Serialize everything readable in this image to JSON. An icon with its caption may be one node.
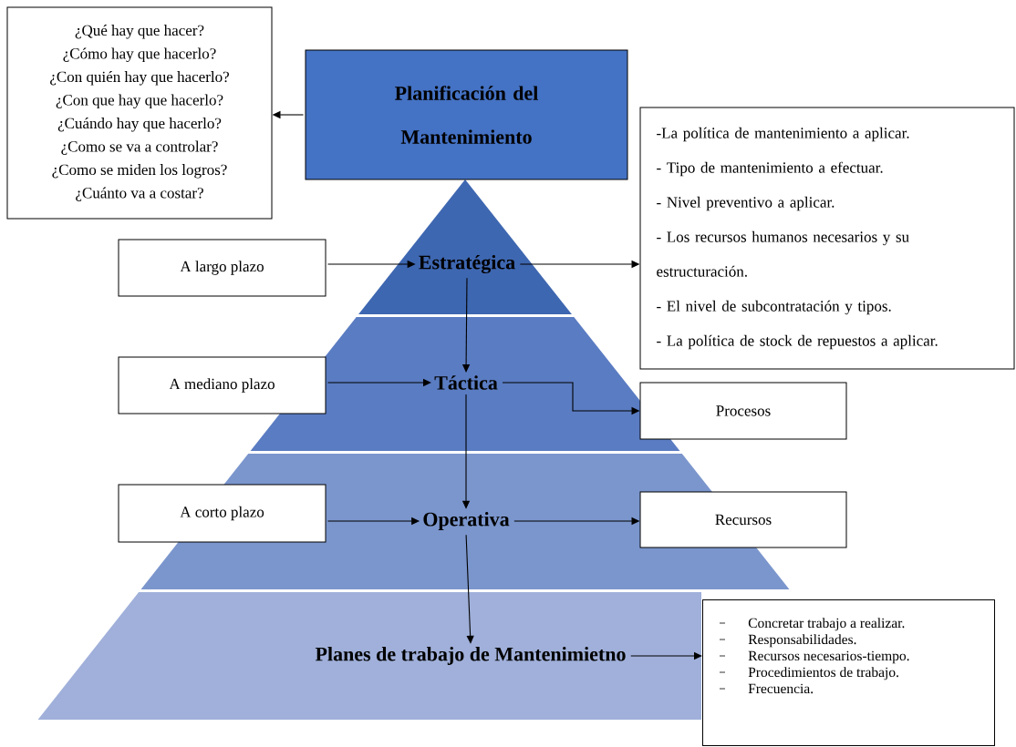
{
  "diagram": {
    "nodes": [
      {
        "text": [
          "¿Qué hay que hacer?",
          "¿Cómo hay que hacerlo?",
          "¿Con quién hay que hacerlo?",
          "¿Con que hay que hacerlo?",
          "¿Cuándo hay que hacerlo?",
          "¿Como se va a controlar?",
          "¿Como se miden los logros?",
          "¿Cuánto va a costar?"
        ]
      },
      {
        "text": [
          "Planificación del Mantenimiento"
        ]
      },
      {
        "text": [
          "Estratégica"
        ]
      },
      {
        "text": [
          "Táctica"
        ]
      },
      {
        "text": [
          "Operativa"
        ]
      },
      {
        "text": [
          "Planes de trabajo de Mantenimietno"
        ]
      },
      {
        "text": [
          "A largo plazo"
        ]
      },
      {
        "text": [
          "A mediano plazo"
        ]
      },
      {
        "text": [
          "A corto plazo"
        ]
      },
      {
        "text": [
          "-La política de mantenimiento a aplicar.",
          "- Tipo de mantenimiento a efectuar.",
          "- Nivel preventivo a aplicar.",
          "- Los recursos humanos necesarios y su estructuración.",
          "- El nivel de subcontratación y tipos.",
          "- La política de stock de repuestos a aplicar."
        ]
      },
      {
        "text": [
          "Procesos"
        ]
      },
      {
        "text": [
          "Recursos"
        ]
      },
      {
        "text": [
          "Concretar trabajo a realizar.",
          "Responsabilidades.",
          "Recursos necesarios-tiempo.",
          "Procedimientos de trabajo.",
          "Frecuencia."
        ]
      }
    ],
    "edges": [
      {
        "from": 1,
        "to": 0,
        "arrow": "to"
      },
      {
        "from": 6,
        "to": 2,
        "arrow": "to"
      },
      {
        "from": 2,
        "to": 9,
        "arrow": "to"
      },
      {
        "from": 2,
        "to": 3,
        "arrow": "to"
      },
      {
        "from": 7,
        "to": 3,
        "arrow": "to"
      },
      {
        "from": 3,
        "to": 10,
        "arrow": "to"
      },
      {
        "from": 3,
        "to": 4,
        "arrow": "to"
      },
      {
        "from": 8,
        "to": 4,
        "arrow": "to"
      },
      {
        "from": 4,
        "to": 11,
        "arrow": "to"
      },
      {
        "from": 4,
        "to": 5,
        "arrow": "to"
      },
      {
        "from": 5,
        "to": 12,
        "arrow": "to"
      }
    ]
  }
}
